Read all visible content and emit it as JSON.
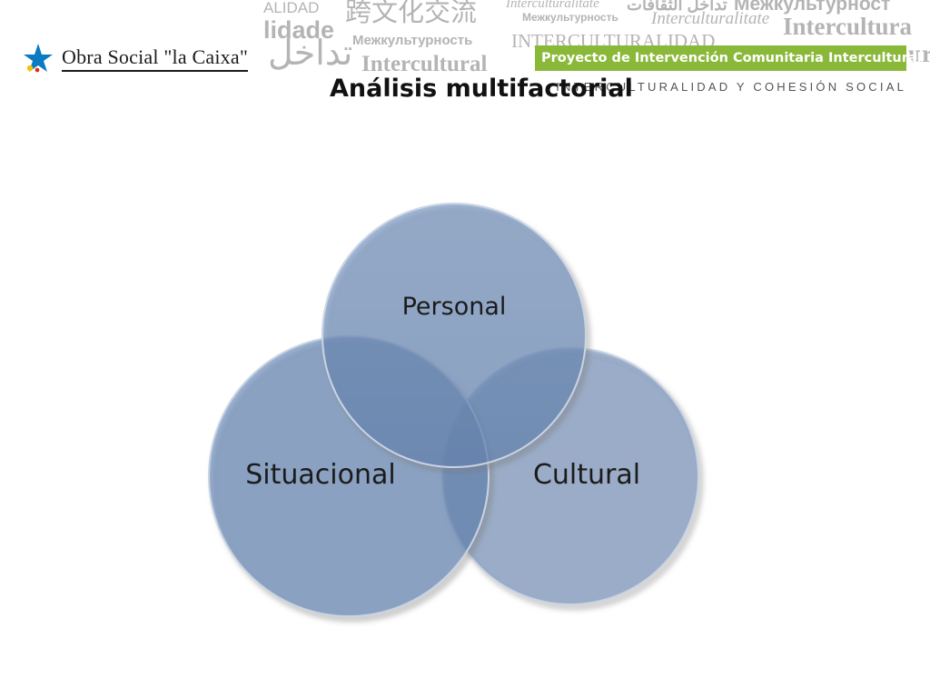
{
  "header": {
    "logo_text": "Obra Social \"la Caixa\"",
    "banner_text": "Proyecto de Intervención Comunitaria Intercultural",
    "tagline": "INTERCULTURALIDAD Y COHESIÓN SOCIAL",
    "watermark_words": [
      "ALIDAD",
      "跨文化交流",
      "Interculturalitate",
      "تداخل الثقافات",
      "Межкультурност",
      "lidade",
      "Межкультурность",
      "Interculturalitate",
      "Intercultura",
      "تداخل",
      "Межкультурность",
      "INTERCULTURALIDAD",
      "Intercultural",
      "ur"
    ]
  },
  "title": "Análisis multifactorial",
  "diagram": {
    "circles": [
      {
        "id": "personal",
        "label": "Personal"
      },
      {
        "id": "situacional",
        "label": "Situacional"
      },
      {
        "id": "cultural",
        "label": "Cultural"
      }
    ],
    "colors": {
      "circle_fill": "#5e82b4",
      "circle_edge": "#c9d3e2",
      "circle_shadow": "#7a7a7a",
      "banner": "#8ab839"
    }
  },
  "icons": {
    "logo_mark": "star-icon"
  }
}
